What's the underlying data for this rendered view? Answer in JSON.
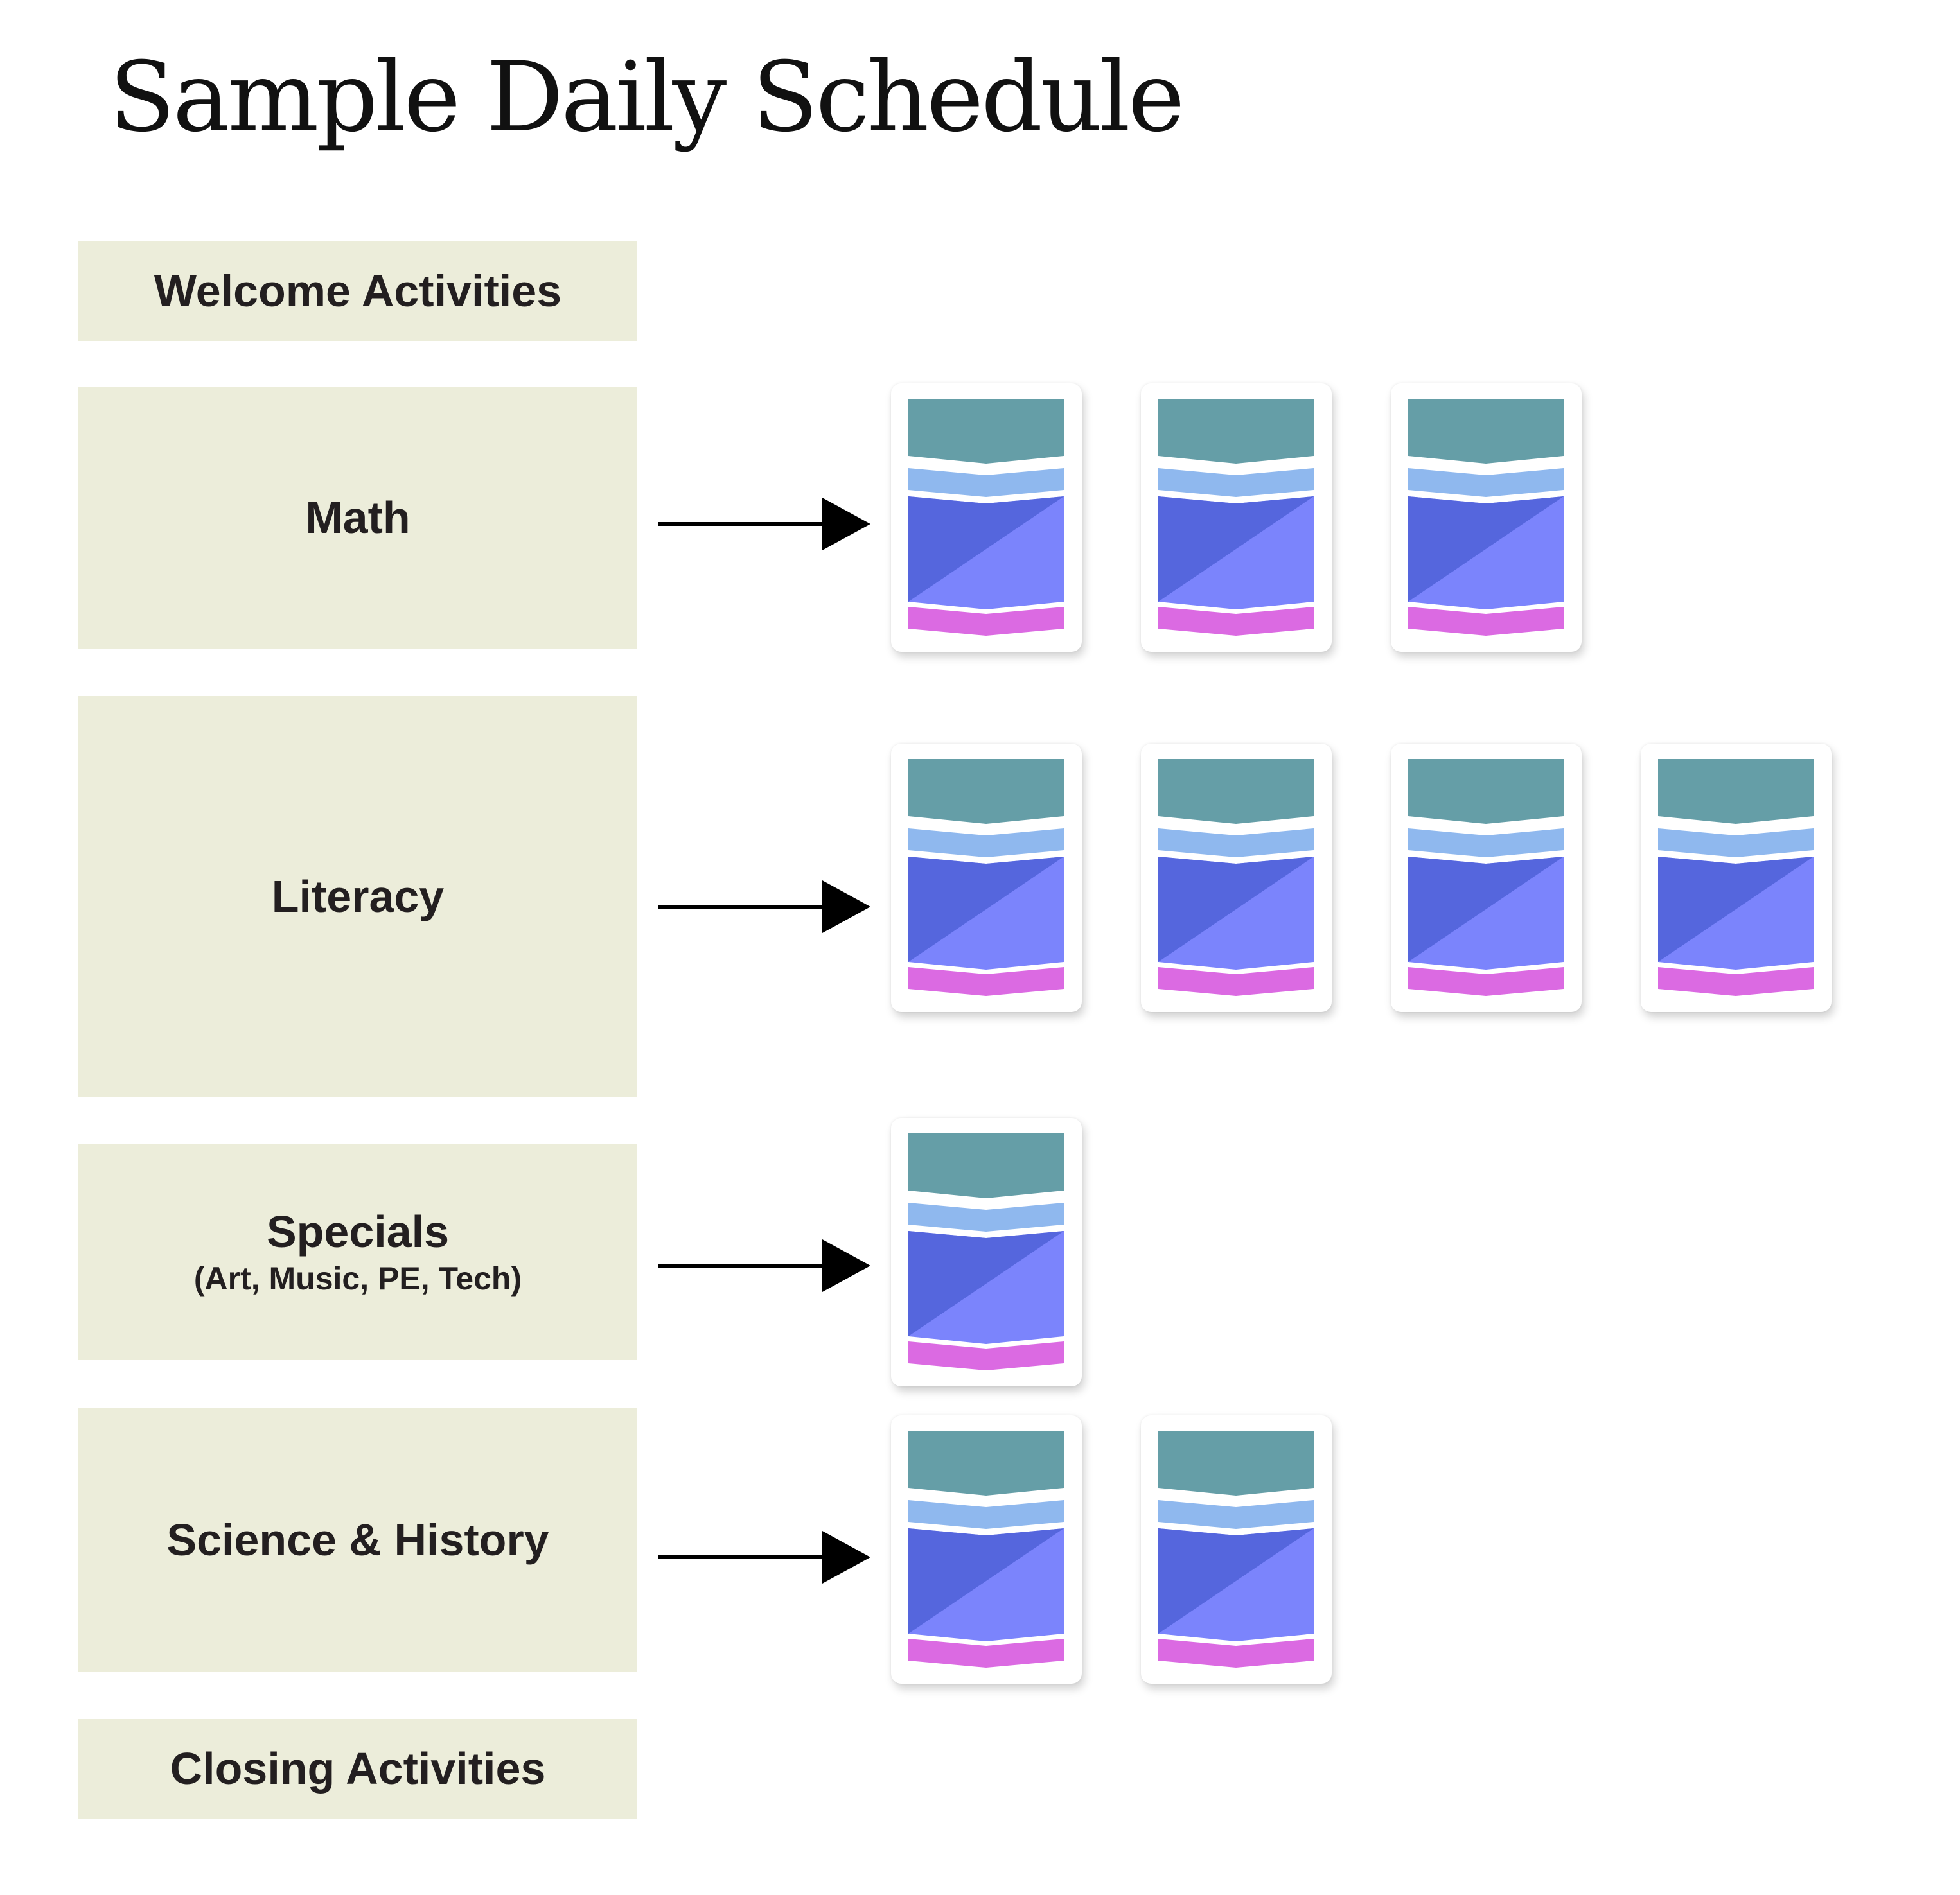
{
  "title": "Sample Daily Schedule",
  "colors": {
    "block_background": "#ecedda",
    "text": "#231f20",
    "card_teal": "#659ea7",
    "card_light_blue": "#8fb8ee",
    "card_dark_indigo": "#5566dd",
    "card_periwinkle": "#7b84fc",
    "card_magenta": "#db6ae2"
  },
  "blocks": [
    {
      "label": "Welcome Activities",
      "sub": "",
      "card_count": 0
    },
    {
      "label": "Math",
      "sub": "",
      "card_count": 3
    },
    {
      "label": "Literacy",
      "sub": "",
      "card_count": 4
    },
    {
      "label": "Specials",
      "sub": "(Art, Music, PE, Tech)",
      "card_count": 1
    },
    {
      "label": "Science & History",
      "sub": "",
      "card_count": 2
    },
    {
      "label": "Closing Activities",
      "sub": "",
      "card_count": 0
    }
  ]
}
